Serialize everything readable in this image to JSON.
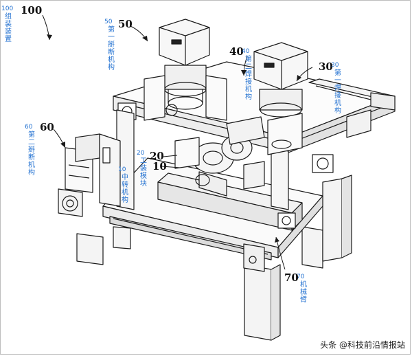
{
  "title_ref": "100",
  "labels": [
    {
      "id": "l100",
      "num": "100",
      "text": "组装装置"
    },
    {
      "id": "l50",
      "num": "50",
      "text": "第一掰断机构"
    },
    {
      "id": "l40",
      "num": "40",
      "text": "第二焊接机构"
    },
    {
      "id": "l30",
      "num": "30",
      "text": "第一焊接机构"
    },
    {
      "id": "l60",
      "num": "60",
      "text": "第二掰断机构"
    },
    {
      "id": "l20",
      "num": "20",
      "text": "工装模块"
    },
    {
      "id": "l10",
      "num": "10",
      "text": "中转机构"
    },
    {
      "id": "l70",
      "num": "70",
      "text": "机械臂"
    }
  ],
  "refs": {
    "r100": "100",
    "r50": "50",
    "r40": "40",
    "r30": "30",
    "r60": "60",
    "r20": "20",
    "r10": "10",
    "r70": "70"
  },
  "watermark": "头条 @科技前沿情报站",
  "colors": {
    "label_blue": "#1f6fd0",
    "line": "#1a1a1a"
  }
}
